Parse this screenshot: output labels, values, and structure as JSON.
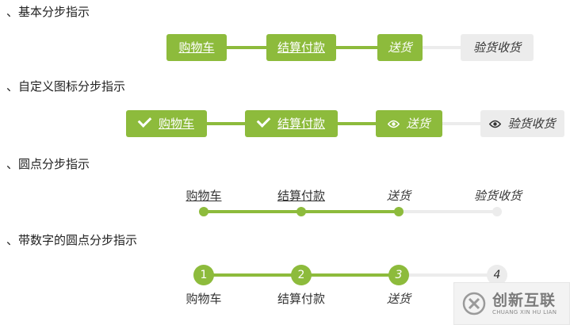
{
  "headings": [
    "、基本分步指示",
    "、自定义图标分步指示",
    "、圆点分步指示",
    "、带数字的圆点分步指示"
  ],
  "basic_steps": [
    {
      "label": "购物车",
      "state": "done"
    },
    {
      "label": "结算付款",
      "state": "done"
    },
    {
      "label": "送货",
      "state": "current"
    },
    {
      "label": "验货收货",
      "state": "todo"
    }
  ],
  "icon_steps": [
    {
      "label": "购物车",
      "icon": "check-icon",
      "state": "done"
    },
    {
      "label": "结算付款",
      "icon": "check-icon",
      "state": "done"
    },
    {
      "label": "送货",
      "icon": "eye-icon",
      "state": "current"
    },
    {
      "label": "验货收货",
      "icon": "eye-icon",
      "state": "todo"
    }
  ],
  "dot_steps": [
    {
      "label": "购物车",
      "state": "done"
    },
    {
      "label": "结算付款",
      "state": "done"
    },
    {
      "label": "送货",
      "state": "current"
    },
    {
      "label": "验货收货",
      "state": "todo"
    }
  ],
  "number_steps": [
    {
      "number": "1",
      "label": "购物车",
      "state": "done"
    },
    {
      "number": "2",
      "label": "结算付款",
      "state": "done"
    },
    {
      "number": "3",
      "label": "送货",
      "state": "current"
    },
    {
      "number": "4",
      "label": "",
      "state": "todo"
    }
  ],
  "watermark": {
    "title": "创新互联",
    "subtitle": "CHUANG XIN HU LIAN"
  },
  "colors": {
    "accent": "#8dbb3c",
    "inactive": "#ececec"
  }
}
